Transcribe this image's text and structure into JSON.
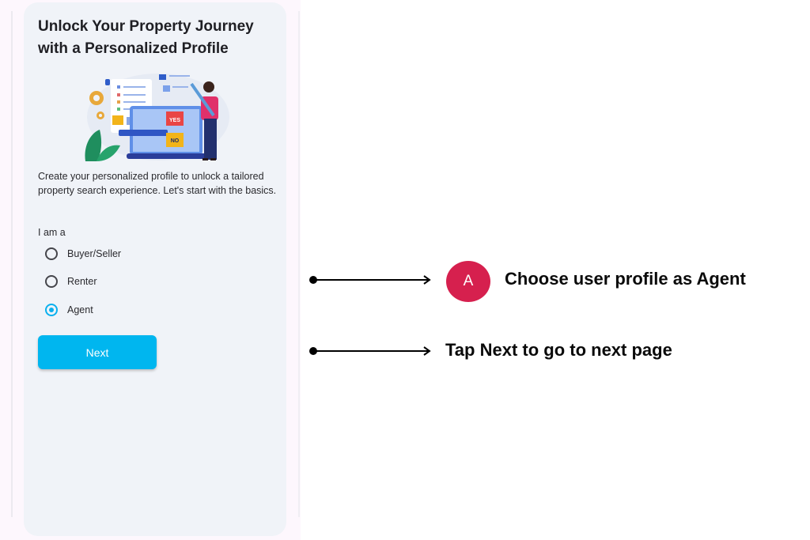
{
  "screen": {
    "title": "Unlock Your Property Journey with a Personalized Profile",
    "description": "Create your personalized profile to unlock a tailored property search experience. Let's start with the basics.",
    "illustration": "profile-setup-illustration",
    "role_label": "I am a",
    "role_options": [
      {
        "label": "Buyer/Seller",
        "selected": false
      },
      {
        "label": "Renter",
        "selected": false
      },
      {
        "label": "Agent",
        "selected": true
      }
    ],
    "next_button": "Next"
  },
  "annotations": [
    {
      "badge": "A",
      "text": "Choose user profile as Agent",
      "badge_color": "#d6204e"
    },
    {
      "badge": null,
      "text": "Tap Next to go to next page"
    }
  ],
  "colors": {
    "accent": "#00b6ef",
    "card_bg": "#f0f3f8",
    "badge": "#d6204e"
  }
}
